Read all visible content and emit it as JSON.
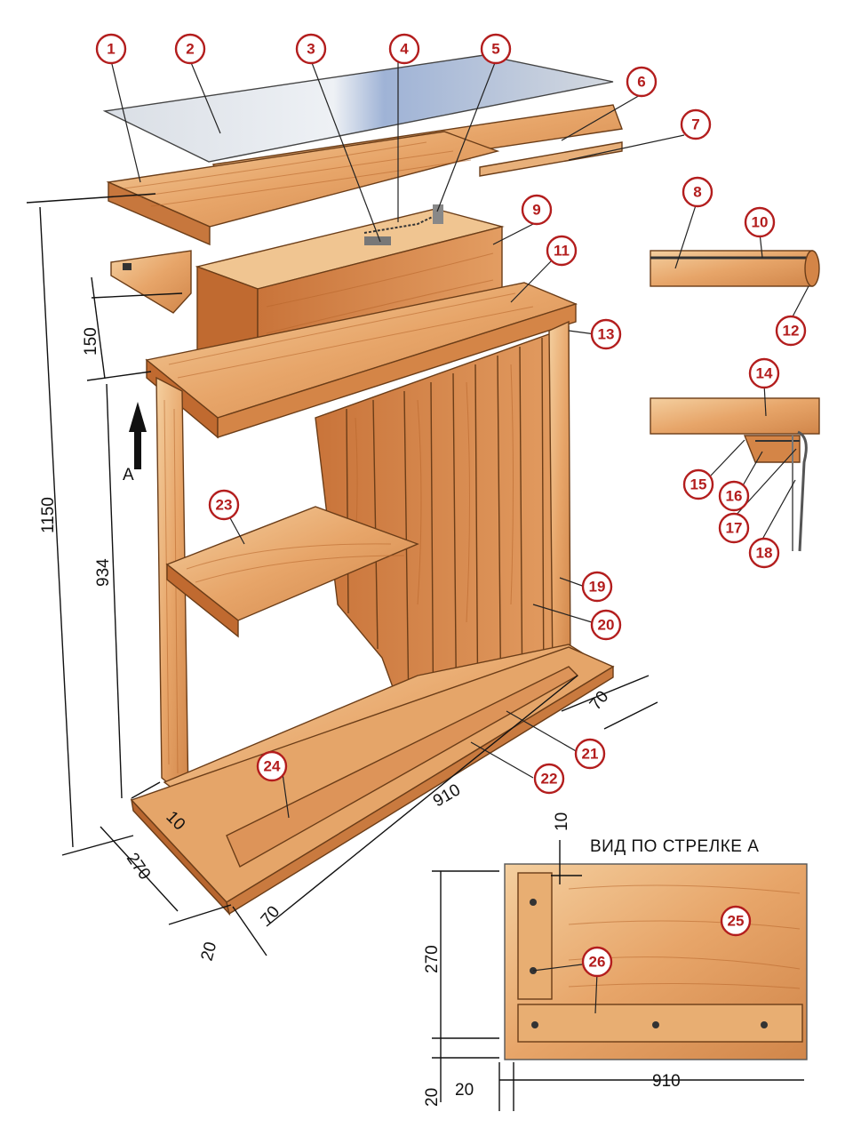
{
  "callouts": [
    "1",
    "2",
    "3",
    "4",
    "5",
    "6",
    "7",
    "8",
    "9",
    "10",
    "11",
    "12",
    "13",
    "14",
    "15",
    "16",
    "17",
    "18",
    "19",
    "20",
    "21",
    "22",
    "23",
    "24",
    "25",
    "26"
  ],
  "dimensions": {
    "total_height": "1150",
    "stand_height": "934",
    "top_gap": "150",
    "width": "910",
    "depth": "270",
    "side_offset": "70",
    "rail_offset": "70",
    "edge_offset": "20",
    "small_gap": "10"
  },
  "arrow_label": "А",
  "view": {
    "title": "ВИД ПО СТРЕЛКЕ  А",
    "dim_top": "10",
    "dim_height": "270",
    "dim_left": "20",
    "dim_bottom": "20",
    "dim_width": "910"
  },
  "colors": {
    "wood_light": "#f1c38f",
    "wood_mid": "#e0955a",
    "wood_dark": "#b8662f",
    "glass": "#cfd6df",
    "callout": "#b31d1d"
  }
}
